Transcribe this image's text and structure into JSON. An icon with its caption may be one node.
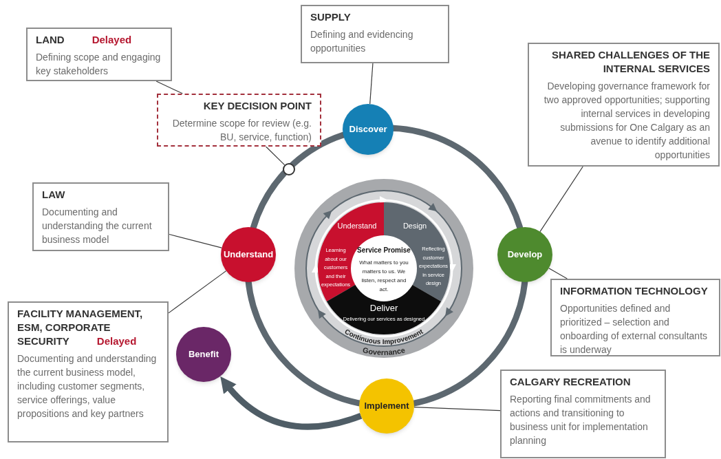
{
  "diagram": {
    "nodes": [
      {
        "text": [
          "LAND",
          "Delayed",
          "Defining scope and engaging key stakeholders"
        ]
      },
      {
        "text": [
          "SUPPLY",
          "Defining and evidencing opportunities"
        ]
      },
      {
        "text": [
          "KEY DECISION POINT",
          "Determine scope for review (e.g. BU, service, function)"
        ]
      },
      {
        "text": [
          "SHARED CHALLENGES OF THE INTERNAL SERVICES",
          "Developing governance framework for two approved opportunities; supporting internal services in developing submissions for One Calgary as an avenue to identify additional opportunities"
        ]
      },
      {
        "text": [
          "Discover"
        ]
      },
      {
        "text": [],
        "shape": "circle"
      },
      {
        "text": [
          "LAW",
          "Documenting and understanding the current business model"
        ]
      },
      {
        "text": [
          "Understand"
        ]
      },
      {
        "text": [
          "Develop"
        ]
      },
      {
        "text": [
          "INFORMATION TECHNOLOGY",
          "Opportunities defined and prioritized – selection and onboarding of external consultants is underway"
        ]
      },
      {
        "text": [
          "FACILITY MANAGEMENT, ESM, CORPORATE SECURITY",
          "Delayed",
          "Documenting and understanding the current business model, including customer segments, service offerings, value propositions and key partners"
        ]
      },
      {
        "text": [
          "Benefit"
        ]
      },
      {
        "text": [
          "Implement"
        ]
      },
      {
        "text": [
          "CALGARY RECREATION",
          "Reporting final commitments and actions and transitioning to business unit for implementation planning"
        ]
      },
      {
        "text": [
          "Understand",
          "Learning about our customers and their expectations"
        ]
      },
      {
        "text": [
          "Design",
          "Reflecting customer expectations in service design"
        ]
      },
      {
        "text": [
          "Deliver",
          "Delivering our services as designed"
        ]
      },
      {
        "text": [
          "Service Promise",
          "What matters to you matters to us. We listen, respect and act."
        ]
      }
    ],
    "edges": [
      {
        "from": 0,
        "to": 2,
        "arrow": "none"
      },
      {
        "from": 2,
        "to": 5,
        "arrow": "none"
      },
      {
        "from": 1,
        "to": 4,
        "arrow": "none"
      },
      {
        "from": 3,
        "to": 8,
        "arrow": "none"
      },
      {
        "from": 6,
        "to": 7,
        "arrow": "none"
      },
      {
        "from": 7,
        "to": 10,
        "arrow": "none"
      },
      {
        "from": 8,
        "to": 9,
        "arrow": "none"
      },
      {
        "from": 12,
        "to": 13,
        "arrow": "none"
      },
      {
        "from": 12,
        "to": 11,
        "arrow": "to",
        "style": "thick",
        "color": "#4f5d66"
      }
    ],
    "labels": [
      "Continuous Improvement",
      "Governance"
    ]
  }
}
